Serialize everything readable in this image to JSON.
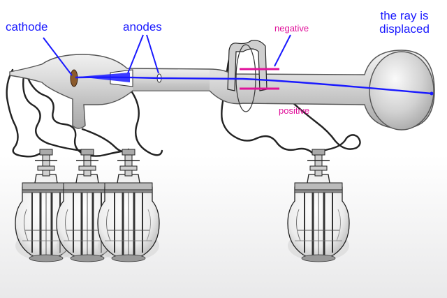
{
  "labels": {
    "cathode": "cathode",
    "anodes": "anodes",
    "negative": "negative",
    "positive": "positive",
    "ray_line1": "the ray is",
    "ray_line2": "displaced"
  },
  "colors": {
    "label_text": "#1a1aff",
    "plate_text": "#e0119a",
    "ray": "#1a1aff",
    "glass": "#d6d6d6",
    "plates": "#e0119a",
    "cathode_disc": "#8b5a2b"
  },
  "icons": [
    "cathode-ray-tube-icon",
    "battery-jar-icon"
  ],
  "battery_count": 4
}
